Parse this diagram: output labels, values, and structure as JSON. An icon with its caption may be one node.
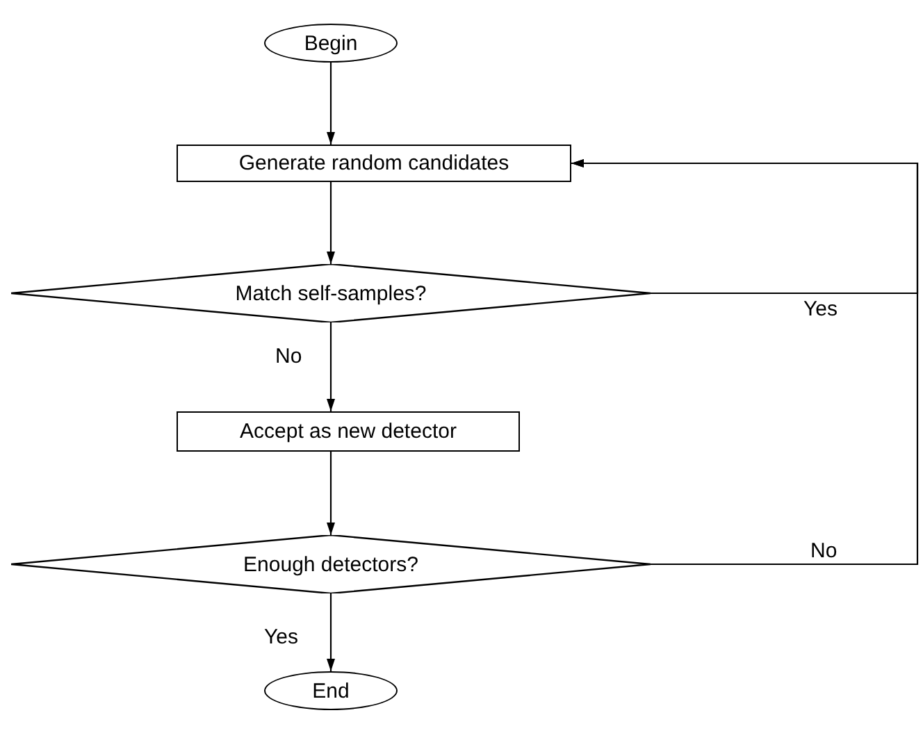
{
  "diagram": {
    "nodes": [
      {
        "text": [
          "Begin"
        ]
      },
      {
        "text": [
          "Generate random candidates"
        ]
      },
      {
        "text": [
          "Match self-samples?"
        ]
      },
      {
        "text": [
          "Accept as new detector"
        ]
      },
      {
        "text": [
          "Enough detectors?"
        ]
      },
      {
        "text": [
          "End"
        ]
      }
    ],
    "edges": [
      {
        "from": 0,
        "to": 1,
        "arrow": "to"
      },
      {
        "from": 1,
        "to": 2,
        "arrow": "to"
      },
      {
        "from": 2,
        "to": 3,
        "arrow": "to",
        "label": "No"
      },
      {
        "from": 3,
        "to": 4,
        "arrow": "to"
      },
      {
        "from": 4,
        "to": 5,
        "arrow": "to",
        "label": "Yes"
      },
      {
        "from": 2,
        "to": 1,
        "arrow": "to",
        "label": "Yes"
      },
      {
        "from": 4,
        "to": 1,
        "arrow": "to",
        "label": "No"
      }
    ]
  }
}
